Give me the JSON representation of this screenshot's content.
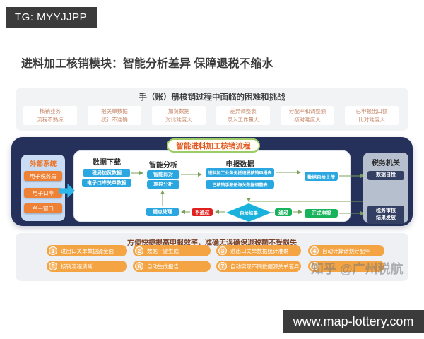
{
  "badge": {
    "text": "TG: MYYJJPP"
  },
  "title": "进料加工核销模块：智能分析差异 保障退税不缩水",
  "challenges": {
    "heading": "手（账）册核销过程中面临的困难和挑战",
    "items": [
      {
        "line1": "核销业务",
        "line2": "流程不熟练"
      },
      {
        "line1": "报关单数据",
        "line2": "统计不准确"
      },
      {
        "line1": "加贸数据",
        "line2": "对比难度大"
      },
      {
        "line1": "差异调整表",
        "line2": "录入工作量大"
      },
      {
        "line1": "分配率和调整额",
        "line2": "核对难度大"
      },
      {
        "line1": "已申报出口额",
        "line2": "比对难度大"
      }
    ]
  },
  "flow": {
    "header": "智能进料加工核销流程",
    "external": {
      "title": "外部系统",
      "items": [
        "电子税务局",
        "电子口岸",
        "单一窗口"
      ]
    },
    "download": {
      "title": "数据下载",
      "items": [
        "税局加贸数据",
        "电子口岸关单数据"
      ]
    },
    "analysis": {
      "title": "智能分析",
      "items": [
        "智能比对",
        "差异分析"
      ]
    },
    "declare": {
      "title": "申报数据",
      "items": [
        "进料加工业务免抵退税核销申报表",
        "已核销手账册海关数据调整表"
      ]
    },
    "nodes": {
      "upload": "数据自检上传",
      "formal": "正式申报",
      "doubt": "疑点处理",
      "fail": "不通过",
      "pass": "通过",
      "check": "自检结果"
    },
    "tax_office": {
      "title": "税务机关",
      "self_check": "数据自检",
      "review_line1": "税务审核",
      "review_line2": "结果发放"
    }
  },
  "benefits": {
    "heading": "方便快捷提高申报效率，准确无误确保退税额不受损失",
    "items": [
      {
        "num": "1",
        "label": "进出口关单数据源全面"
      },
      {
        "num": "2",
        "label": "数据一键生成"
      },
      {
        "num": "3",
        "label": "进出口关单数据统计准确"
      },
      {
        "num": "4",
        "label": "自动计算计划分配率"
      },
      {
        "num": "5",
        "label": "核销流程清晰"
      },
      {
        "num": "6",
        "label": "自动生成报告"
      },
      {
        "num": "7",
        "label": "自动实现不同数据源关单差异"
      },
      {
        "num": "8",
        "label": ""
      }
    ]
  },
  "watermark": "知乎 @广州税航",
  "footer": {
    "url": "www.map-lottery.com"
  },
  "colors": {
    "accent_orange": "#f08136",
    "pill_orange": "#f4a443",
    "node_blue": "#2aa7e0",
    "pass_green": "#17b35c",
    "fail_red": "#e01f1f",
    "container_navy": "#25305b",
    "cyan_arrow": "#2bb7ea",
    "connector_green": "#7aa05a"
  }
}
